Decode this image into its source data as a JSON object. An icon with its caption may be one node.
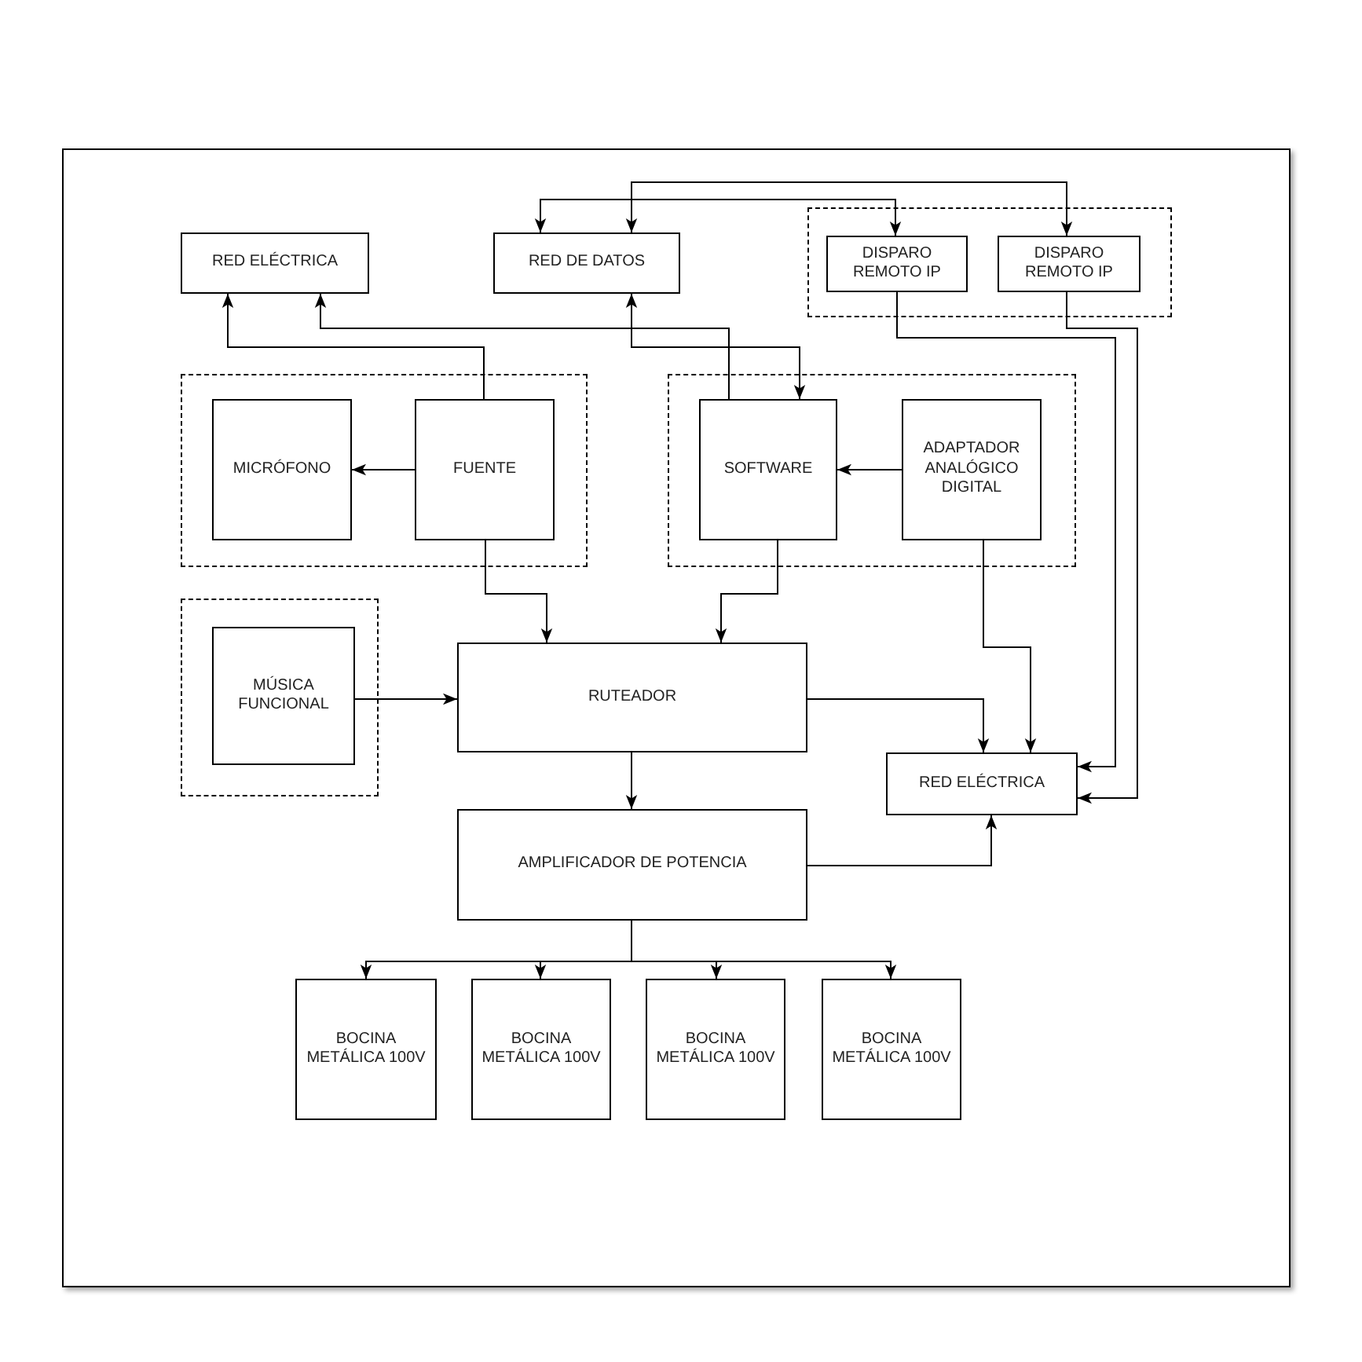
{
  "diagram": {
    "nodes": [
      {
        "text": [
          "RED ELÉCTRICA"
        ]
      },
      {
        "text": [
          "RED DE DATOS"
        ]
      },
      {
        "text": [],
        "shape": "box"
      },
      {
        "text": [
          "DISPARO REMOTO IP"
        ],
        "in": 2
      },
      {
        "text": [
          "DISPARO REMOTO IP"
        ],
        "in": 2
      },
      {
        "text": [],
        "shape": "box"
      },
      {
        "text": [
          "MICRÓFONO"
        ],
        "in": 5
      },
      {
        "text": [
          "FUENTE"
        ],
        "in": 5
      },
      {
        "text": [],
        "shape": "box"
      },
      {
        "text": [
          "SOFTWARE"
        ],
        "in": 8
      },
      {
        "text": [
          "ADAPTADOR ANALÓGICO DIGITAL"
        ],
        "in": 8
      },
      {
        "text": [],
        "shape": "box"
      },
      {
        "text": [
          "MÚSICA FUNCIONAL"
        ],
        "in": 11
      },
      {
        "text": [
          "RUTEADOR"
        ]
      },
      {
        "text": [
          "RED ELÉCTRICA"
        ]
      },
      {
        "text": [
          "AMPLIFICADOR DE POTENCIA"
        ]
      },
      {
        "text": [
          "BOCINA METÁLICA 100V"
        ]
      },
      {
        "text": [
          "BOCINA METÁLICA 100V"
        ]
      },
      {
        "text": [
          "BOCINA METÁLICA 100V"
        ]
      },
      {
        "text": [
          "BOCINA METÁLICA 100V"
        ]
      }
    ],
    "edges": [
      {
        "from": 7,
        "to": 6,
        "arrow": "to"
      },
      {
        "from": 7,
        "to": 0,
        "arrow": "to"
      },
      {
        "from": 9,
        "to": 0,
        "arrow": "to"
      },
      {
        "from": 1,
        "to": 9,
        "arrow": "both"
      },
      {
        "from": 1,
        "to": 3,
        "arrow": "both"
      },
      {
        "from": 1,
        "to": 4,
        "arrow": "both"
      },
      {
        "from": 10,
        "to": 9,
        "arrow": "to"
      },
      {
        "from": 7,
        "to": 13,
        "arrow": "to"
      },
      {
        "from": 9,
        "to": 13,
        "arrow": "to"
      },
      {
        "from": 12,
        "to": 13,
        "arrow": "to"
      },
      {
        "from": 13,
        "to": 14,
        "arrow": "to"
      },
      {
        "from": 10,
        "to": 14,
        "arrow": "to"
      },
      {
        "from": 13,
        "to": 15,
        "arrow": "to"
      },
      {
        "from": 15,
        "to": 14,
        "arrow": "to"
      },
      {
        "from": 3,
        "to": 14,
        "arrow": "to"
      },
      {
        "from": 4,
        "to": 14,
        "arrow": "to"
      },
      {
        "from": 15,
        "to": 16,
        "arrow": "to"
      },
      {
        "from": 15,
        "to": 17,
        "arrow": "to"
      },
      {
        "from": 15,
        "to": 18,
        "arrow": "to"
      },
      {
        "from": 15,
        "to": 19,
        "arrow": "to"
      }
    ]
  }
}
